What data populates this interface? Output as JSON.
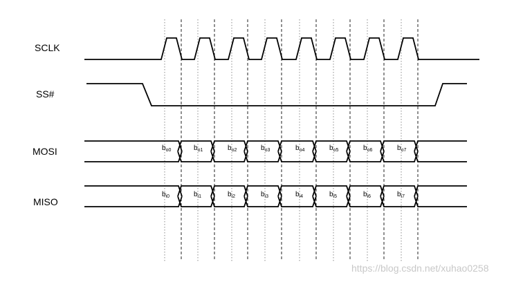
{
  "signals": [
    {
      "id": "sclk",
      "label": "SCLK"
    },
    {
      "id": "ss",
      "label": "SS#"
    },
    {
      "id": "mosi",
      "label": "MOSI"
    },
    {
      "id": "miso",
      "label": "MISO"
    }
  ],
  "mosi_bits": [
    {
      "base": "b",
      "sub": "o0"
    },
    {
      "base": "b",
      "sub": "o1"
    },
    {
      "base": "b",
      "sub": "o2"
    },
    {
      "base": "b",
      "sub": "o3"
    },
    {
      "base": "b",
      "sub": "o4"
    },
    {
      "base": "b",
      "sub": "o5"
    },
    {
      "base": "b",
      "sub": "o6"
    },
    {
      "base": "b",
      "sub": "o7"
    }
  ],
  "miso_bits": [
    {
      "base": "b",
      "sub": "i0"
    },
    {
      "base": "b",
      "sub": "i1"
    },
    {
      "base": "b",
      "sub": "i2"
    },
    {
      "base": "b",
      "sub": "i3"
    },
    {
      "base": "b",
      "sub": "i4"
    },
    {
      "base": "b",
      "sub": "i5"
    },
    {
      "base": "b",
      "sub": "i6"
    },
    {
      "base": "b",
      "sub": "i7"
    }
  ],
  "watermark": "https://blog.csdn.net/xuhao0258"
}
